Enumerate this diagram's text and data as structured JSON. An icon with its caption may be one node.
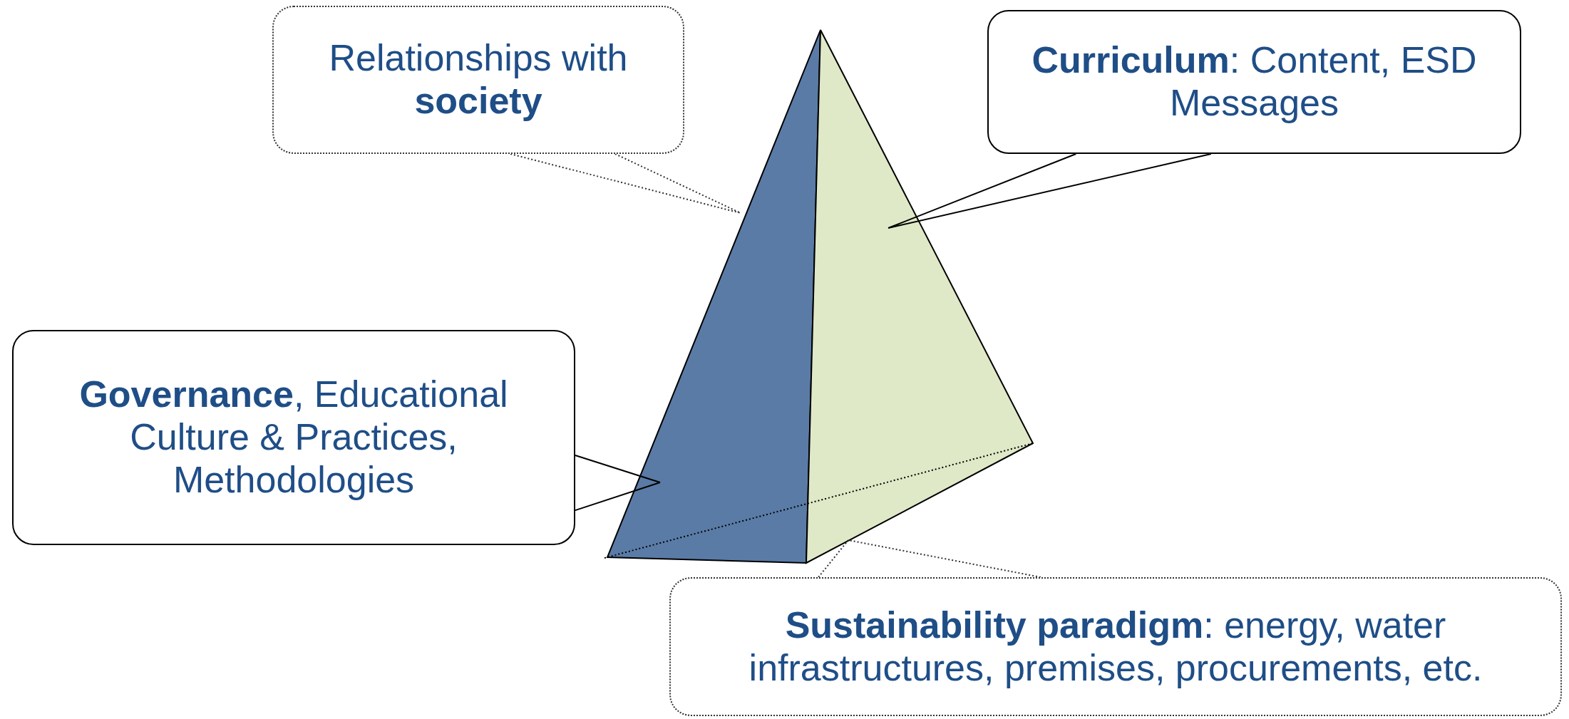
{
  "diagram": {
    "nodes": [
      {
        "text": [
          "Relationships with **society**"
        ]
      },
      {
        "text": [
          "**Curriculum**: Content, ESD Messages"
        ]
      },
      {
        "text": [
          "**Governance**, Educational Culture & Practices, Methodologies"
        ]
      },
      {
        "text": [
          "**Sustainability paradigm**: energy, water infrastructures, premises, procurements, etc."
        ]
      },
      {
        "text": [],
        "shape": "triangle"
      },
      {
        "text": [],
        "shape": "triangle"
      }
    ],
    "edges": [
      {
        "from": 0,
        "to": null,
        "arrow": "none",
        "style": "dashed"
      },
      {
        "from": 1,
        "to": 5,
        "arrow": "none"
      },
      {
        "from": 2,
        "to": 4,
        "arrow": "none"
      },
      {
        "from": 3,
        "to": null,
        "arrow": "none",
        "style": "dashed"
      }
    ]
  }
}
